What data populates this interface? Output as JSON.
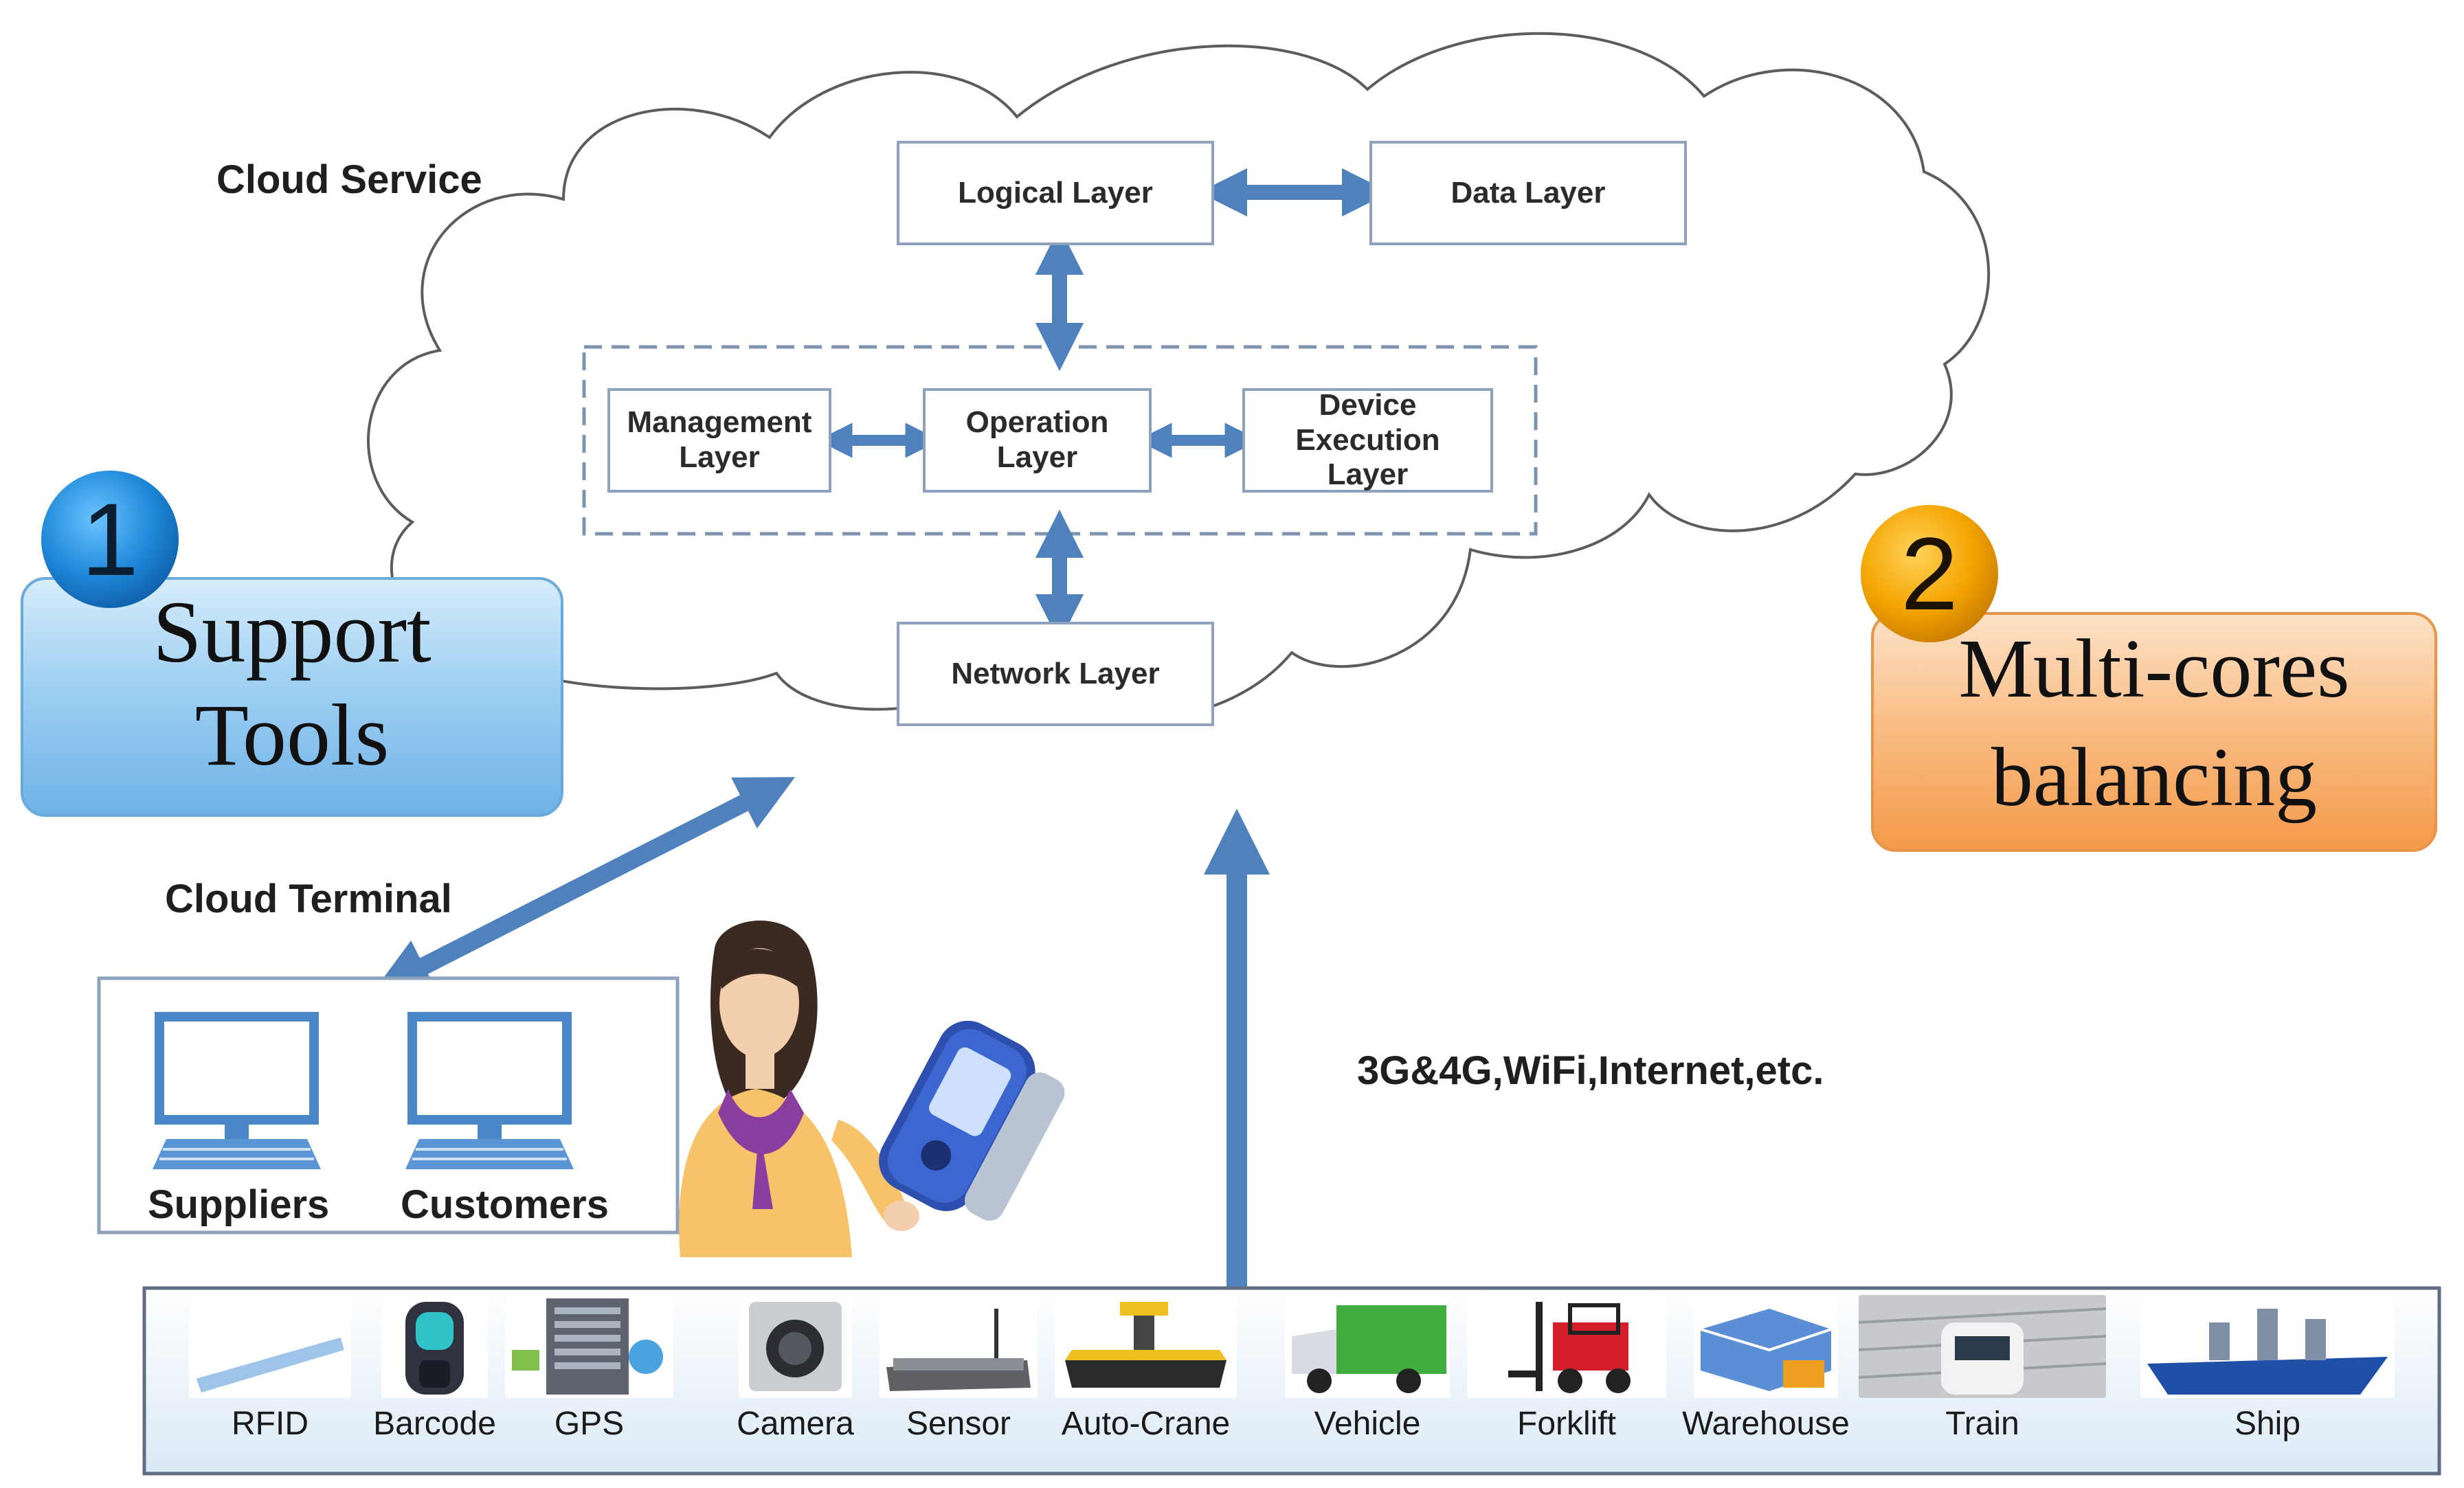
{
  "cloud_service": {
    "label": "Cloud Service"
  },
  "layers": {
    "logical": "Logical Layer",
    "data": "Data Layer",
    "management": [
      "Management",
      "Layer"
    ],
    "operation": [
      "Operation",
      "Layer"
    ],
    "device_execution": [
      "Device Execution",
      "Layer"
    ],
    "network": "Network Layer"
  },
  "callouts": {
    "support": {
      "number": "1",
      "lines": [
        "Support",
        "Tools"
      ]
    },
    "balancing": {
      "number": "2",
      "lines": [
        "Multi-cores",
        "balancing"
      ]
    }
  },
  "cloud_terminal": {
    "label": "Cloud Terminal",
    "terminals": [
      "Suppliers",
      "Customers"
    ]
  },
  "connectivity": {
    "label": "3G&4G,WiFi,Internet,etc."
  },
  "devices": [
    "RFID",
    "Barcode",
    "GPS",
    "Camera",
    "Sensor",
    "Auto-Crane",
    "Vehicle",
    "Forklift",
    "Warehouse",
    "Train",
    "Ship"
  ],
  "colors": {
    "arrow": "#4f81bd",
    "box_border": "#8ea2bd",
    "support_fill": "#8ec5ef",
    "balancing_fill": "#f7b377",
    "badge_blue": "#1e88d9",
    "badge_orange": "#f4a400",
    "device_strip": "#dbe9f6"
  },
  "icons": [
    "cloud-icon",
    "monitor-icon",
    "woman-illustration",
    "handheld-device-icon"
  ]
}
